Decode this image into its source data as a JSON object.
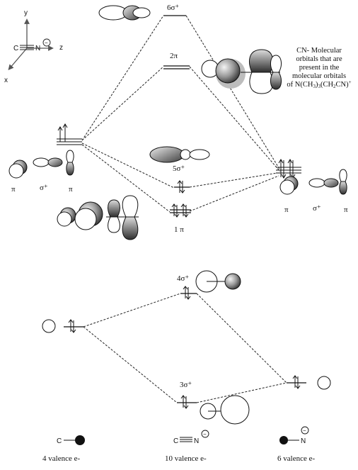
{
  "axes": {
    "y_label": "y",
    "x_label": "x",
    "z_label": "z",
    "c_atom": "C",
    "n_atom": "N",
    "charge": "−"
  },
  "top_levels": {
    "sigma6": "6σ⁺",
    "pi2": "2π",
    "sigma5": "5σ⁺",
    "pi1": "1 π"
  },
  "caption": {
    "line1": "CN- Molecular",
    "line2": "orbitals that are",
    "line3": "present in the",
    "line4": "molecular orbitals",
    "line5": "of N(CH",
    "line5_sub1": "3",
    "line5_mid": ")",
    "line5_sub2": "3",
    "line5_mid2": "(CH",
    "line5_sub3": "2",
    "line5_end": "CN)",
    "line5_sup": "+"
  },
  "left_labels": {
    "pi_a": "π",
    "sigma": "σ⁺",
    "pi_b": "π"
  },
  "right_labels": {
    "pi_a": "π",
    "sigma": "σ⁺",
    "pi_b": "π"
  },
  "bottom_levels": {
    "sigma4": "4σ⁺",
    "sigma3": "3σ⁺"
  },
  "bottom_labels": {
    "left_atom": "C",
    "left_count": "4 valence e-",
    "mid_c": "C",
    "mid_n": "N",
    "mid_charge": "−",
    "mid_count": "10 valence e-",
    "right_atom": "N",
    "right_charge": "−",
    "right_count": "6 valence e-"
  }
}
